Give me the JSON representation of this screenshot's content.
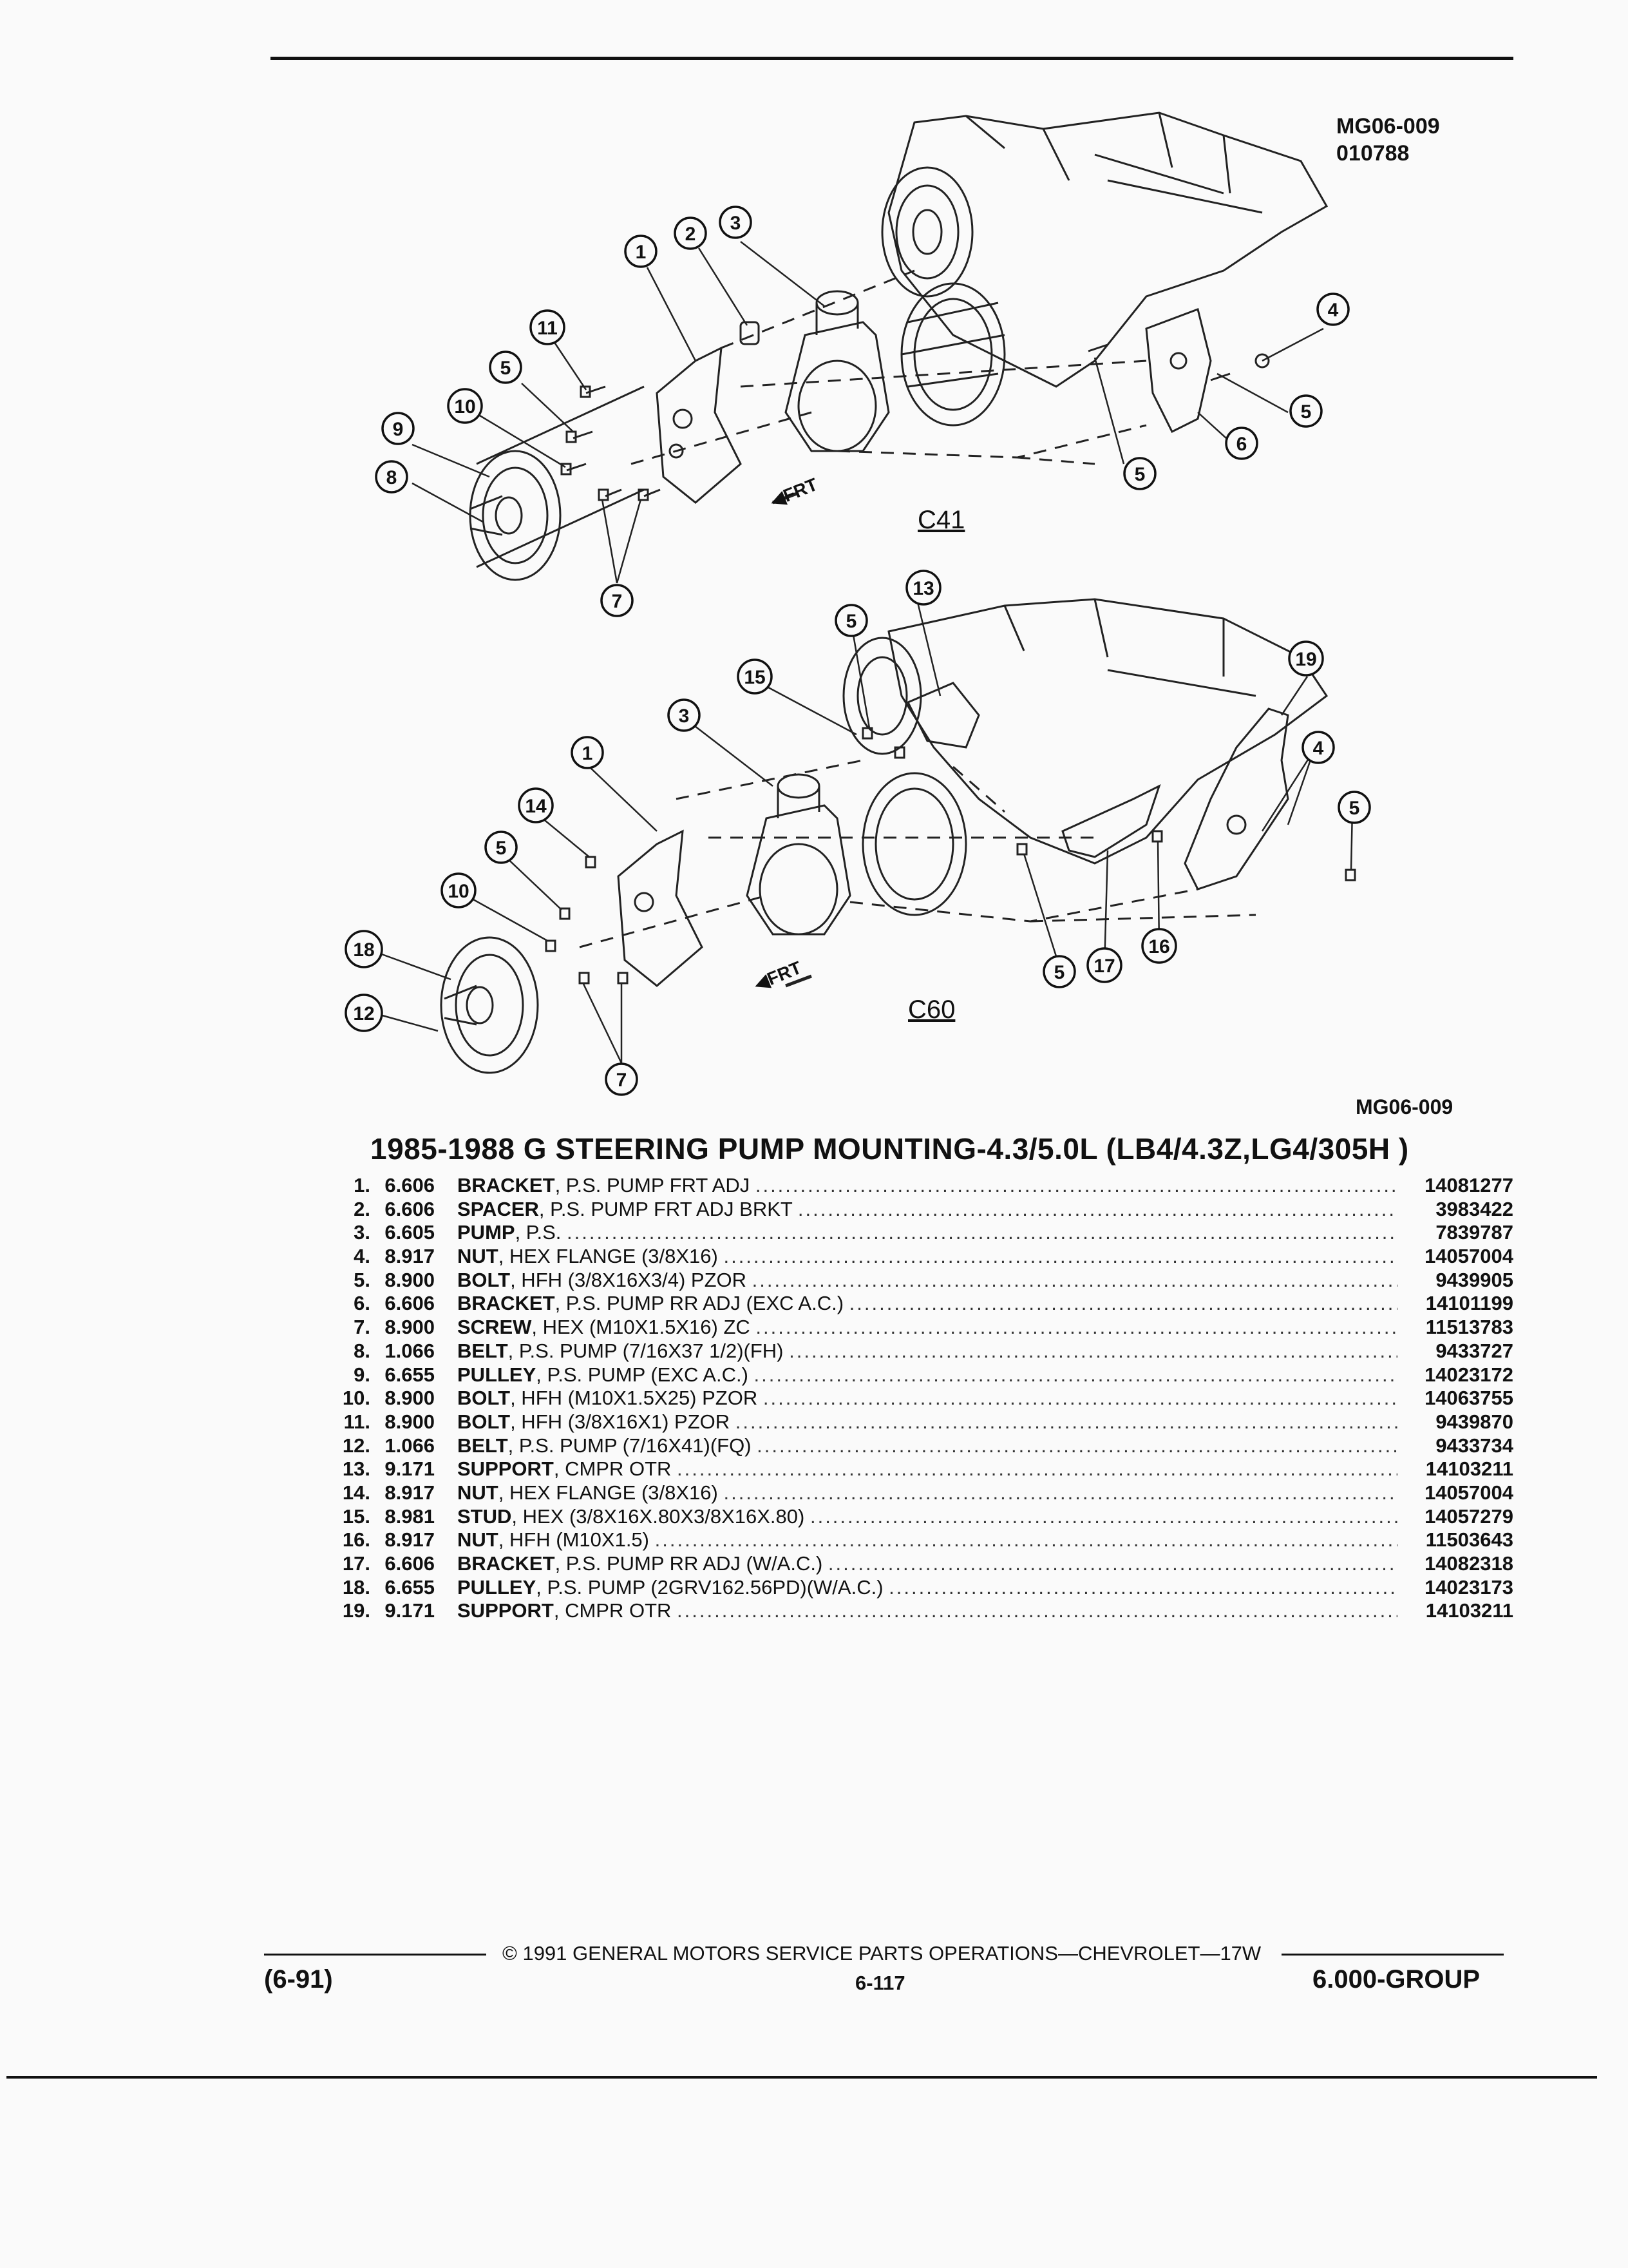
{
  "header": {
    "illustration_code": "MG06-009",
    "illustration_date": "010788"
  },
  "diagram": {
    "upper_view": "C41",
    "lower_view": "C60",
    "front_marker": "FRT",
    "callouts_upper": [
      "1",
      "2",
      "3",
      "11",
      "5",
      "10",
      "9",
      "8",
      "7",
      "4",
      "5",
      "6",
      "5"
    ],
    "callouts_lower": [
      "13",
      "5",
      "15",
      "3",
      "1",
      "14",
      "5",
      "10",
      "18",
      "12",
      "7",
      "19",
      "4",
      "5",
      "17",
      "16",
      "5"
    ]
  },
  "caption_code": "MG06-009",
  "title": "1985-1988 G STEERING PUMP MOUNTING-4.3/5.0L (LB4/4.3Z,LG4/305H )",
  "parts": [
    {
      "num": "1.",
      "group": "6.606",
      "name": "BRACKET",
      "detail": ", P.S. PUMP FRT ADJ",
      "part_no": "14081277"
    },
    {
      "num": "2.",
      "group": "6.606",
      "name": "SPACER",
      "detail": ", P.S. PUMP FRT ADJ BRKT",
      "part_no": "3983422"
    },
    {
      "num": "3.",
      "group": "6.605",
      "name": "PUMP",
      "detail": ", P.S.",
      "part_no": "7839787"
    },
    {
      "num": "4.",
      "group": "8.917",
      "name": "NUT",
      "detail": ", HEX FLANGE (3/8X16)",
      "part_no": "14057004"
    },
    {
      "num": "5.",
      "group": "8.900",
      "name": "BOLT",
      "detail": ", HFH (3/8X16X3/4) PZOR",
      "part_no": "9439905"
    },
    {
      "num": "6.",
      "group": "6.606",
      "name": "BRACKET",
      "detail": ", P.S. PUMP RR ADJ (EXC A.C.)",
      "part_no": "14101199"
    },
    {
      "num": "7.",
      "group": "8.900",
      "name": "SCREW",
      "detail": ", HEX (M10X1.5X16) ZC",
      "part_no": "11513783"
    },
    {
      "num": "8.",
      "group": "1.066",
      "name": "BELT",
      "detail": ", P.S. PUMP (7/16X37 1/2)(FH)",
      "part_no": "9433727"
    },
    {
      "num": "9.",
      "group": "6.655",
      "name": "PULLEY",
      "detail": ", P.S. PUMP (EXC A.C.)",
      "part_no": "14023172"
    },
    {
      "num": "10.",
      "group": "8.900",
      "name": "BOLT",
      "detail": ", HFH (M10X1.5X25) PZOR",
      "part_no": "14063755"
    },
    {
      "num": "11.",
      "group": "8.900",
      "name": "BOLT",
      "detail": ", HFH (3/8X16X1) PZOR",
      "part_no": "9439870"
    },
    {
      "num": "12.",
      "group": "1.066",
      "name": "BELT",
      "detail": ", P.S. PUMP (7/16X41)(FQ)",
      "part_no": "9433734"
    },
    {
      "num": "13.",
      "group": "9.171",
      "name": "SUPPORT",
      "detail": ", CMPR OTR",
      "part_no": "14103211"
    },
    {
      "num": "14.",
      "group": "8.917",
      "name": "NUT",
      "detail": ", HEX FLANGE (3/8X16)",
      "part_no": "14057004"
    },
    {
      "num": "15.",
      "group": "8.981",
      "name": "STUD",
      "detail": ", HEX (3/8X16X.80X3/8X16X.80)",
      "part_no": "14057279"
    },
    {
      "num": "16.",
      "group": "8.917",
      "name": "NUT",
      "detail": ", HFH (M10X1.5)",
      "part_no": "11503643"
    },
    {
      "num": "17.",
      "group": "6.606",
      "name": "BRACKET",
      "detail": ", P.S. PUMP RR ADJ (W/A.C.)",
      "part_no": "14082318"
    },
    {
      "num": "18.",
      "group": "6.655",
      "name": "PULLEY",
      "detail": ", P.S. PUMP (2GRV162.56PD)(W/A.C.)",
      "part_no": "14023173"
    },
    {
      "num": "19.",
      "group": "9.171",
      "name": "SUPPORT",
      "detail": ", CMPR OTR",
      "part_no": "14103211"
    }
  ],
  "footer": {
    "copyright": "© 1991 GENERAL MOTORS SERVICE PARTS OPERATIONS—CHEVROLET—17W",
    "revision": "(6-91)",
    "page": "6-117",
    "group": "6.000-GROUP"
  }
}
